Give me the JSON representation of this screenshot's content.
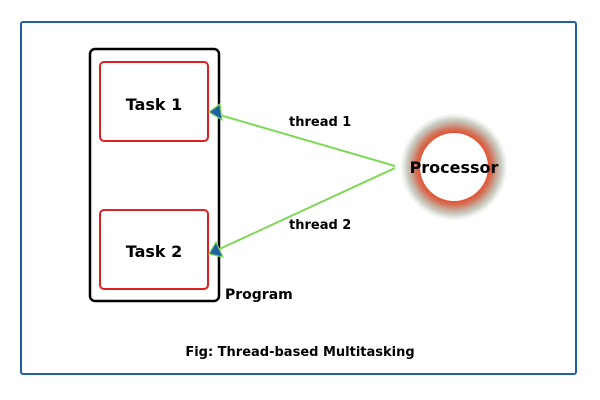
{
  "program": {
    "label": "Program",
    "tasks": [
      {
        "label": "Task 1"
      },
      {
        "label": "Task 2"
      }
    ]
  },
  "processor": {
    "label": "Processor"
  },
  "threads": [
    {
      "label": "thread 1"
    },
    {
      "label": "thread 2"
    }
  ],
  "caption": "Fig: Thread-based Multitasking",
  "colors": {
    "frame_border": "#1f5fa8",
    "program_border": "#000000",
    "task_border": "#e02020",
    "thread_line": "#7ed957",
    "arrow_head": "#1f5fa8",
    "processor_ring": "#ff2a00",
    "processor_glow": "#7a8a70"
  }
}
